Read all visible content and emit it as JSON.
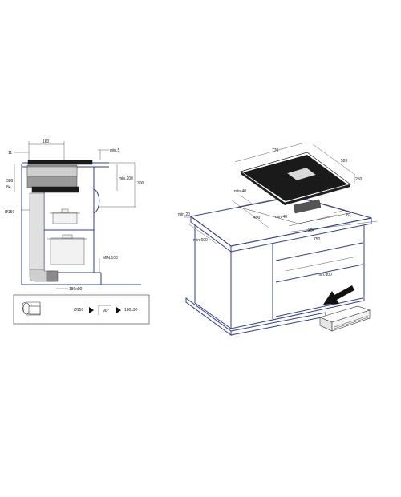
{
  "left_diagram": {
    "labels": {
      "w160": "160",
      "w11": "11",
      "min5": "min.5",
      "min200": "min.200",
      "h300": "300",
      "h386": "386",
      "h84": "84",
      "d150": "Ø150",
      "min100": "MIN.100",
      "duct_rect": "180x90"
    },
    "adapter_box": {
      "round": "Ø150",
      "angle": "90º",
      "rect": "180x90"
    }
  },
  "right_diagram": {
    "labels": {
      "w770": "770",
      "w520": "520",
      "w250": "250",
      "min40_left": "min.40",
      "w490": "490",
      "min40_mid": "min.40",
      "w82": "82",
      "w304": "304",
      "w750": "750",
      "min20": "min.20",
      "min600": "min.600",
      "min800": "min.800"
    }
  }
}
